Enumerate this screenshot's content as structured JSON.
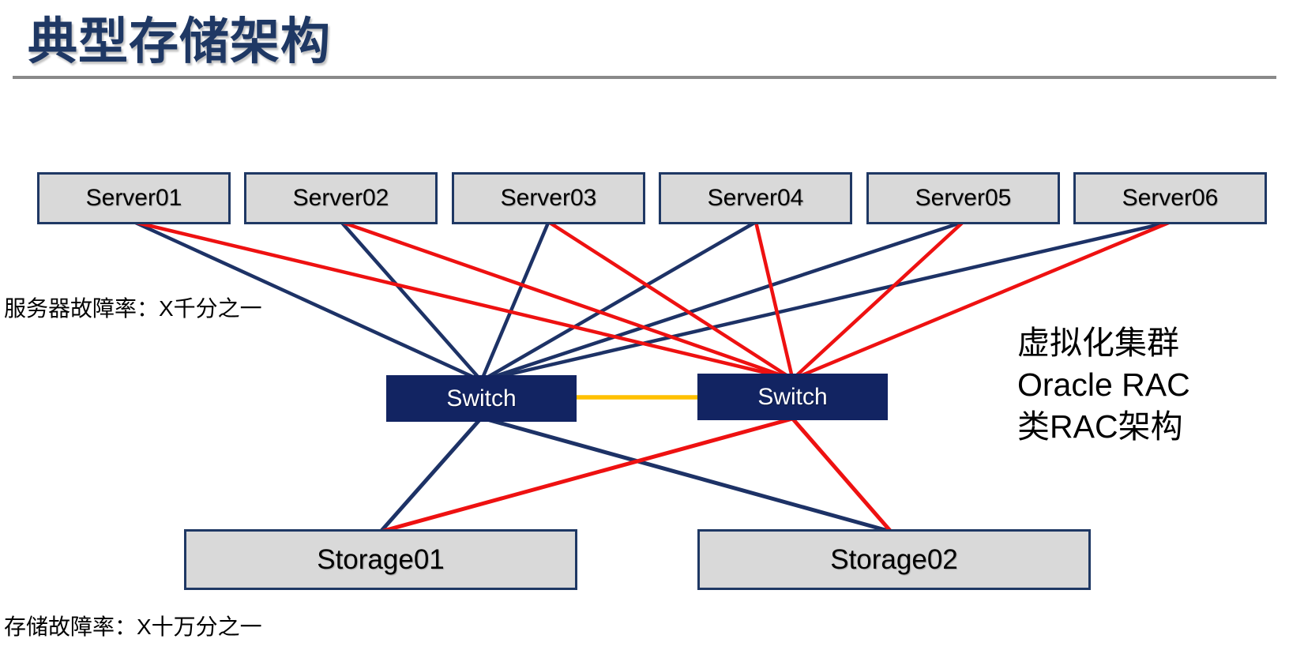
{
  "slide": {
    "title": "典型存储架构",
    "server_failure_label": "服务器故障率：X千分之一",
    "storage_failure_label": "存储故障率：X十万分之一",
    "right_note_lines": [
      "虚拟化集群",
      "Oracle RAC",
      "类RAC架构"
    ]
  },
  "servers": [
    {
      "id": "server-1",
      "label": "Server01"
    },
    {
      "id": "server-2",
      "label": "Server02"
    },
    {
      "id": "server-3",
      "label": "Server03"
    },
    {
      "id": "server-4",
      "label": "Server04"
    },
    {
      "id": "server-5",
      "label": "Server05"
    },
    {
      "id": "server-6",
      "label": "Server06"
    }
  ],
  "switches": [
    {
      "id": "switch-1",
      "label": "Switch"
    },
    {
      "id": "switch-2",
      "label": "Switch"
    }
  ],
  "storages": [
    {
      "id": "storage-1",
      "label": "Storage01"
    },
    {
      "id": "storage-2",
      "label": "Storage02"
    }
  ],
  "colors": {
    "title": "#1F3864",
    "navy_line": "#1D3266",
    "red_line": "#EE1111",
    "orange_line": "#FFC000",
    "box_fill": "#D9D9D9",
    "box_border": "#1F3864",
    "switch_fill": "#122462",
    "switch_text": "#FFFFFF",
    "rule": "#8A8A8A",
    "text": "#000000"
  },
  "links": [
    {
      "from": "server-1",
      "to": "switch-1",
      "color": "navy"
    },
    {
      "from": "server-2",
      "to": "switch-1",
      "color": "navy"
    },
    {
      "from": "server-3",
      "to": "switch-1",
      "color": "navy"
    },
    {
      "from": "server-4",
      "to": "switch-1",
      "color": "navy"
    },
    {
      "from": "server-5",
      "to": "switch-1",
      "color": "navy"
    },
    {
      "from": "server-6",
      "to": "switch-1",
      "color": "navy"
    },
    {
      "from": "server-1",
      "to": "switch-2",
      "color": "red"
    },
    {
      "from": "server-2",
      "to": "switch-2",
      "color": "red"
    },
    {
      "from": "server-3",
      "to": "switch-2",
      "color": "red"
    },
    {
      "from": "server-4",
      "to": "switch-2",
      "color": "red"
    },
    {
      "from": "server-5",
      "to": "switch-2",
      "color": "red"
    },
    {
      "from": "server-6",
      "to": "switch-2",
      "color": "red"
    },
    {
      "from": "switch-1",
      "to": "switch-2",
      "color": "orange"
    },
    {
      "from": "switch-1",
      "to": "storage-1",
      "color": "navy"
    },
    {
      "from": "switch-1",
      "to": "storage-2",
      "color": "navy"
    },
    {
      "from": "switch-2",
      "to": "storage-1",
      "color": "red"
    },
    {
      "from": "switch-2",
      "to": "storage-2",
      "color": "red"
    }
  ]
}
